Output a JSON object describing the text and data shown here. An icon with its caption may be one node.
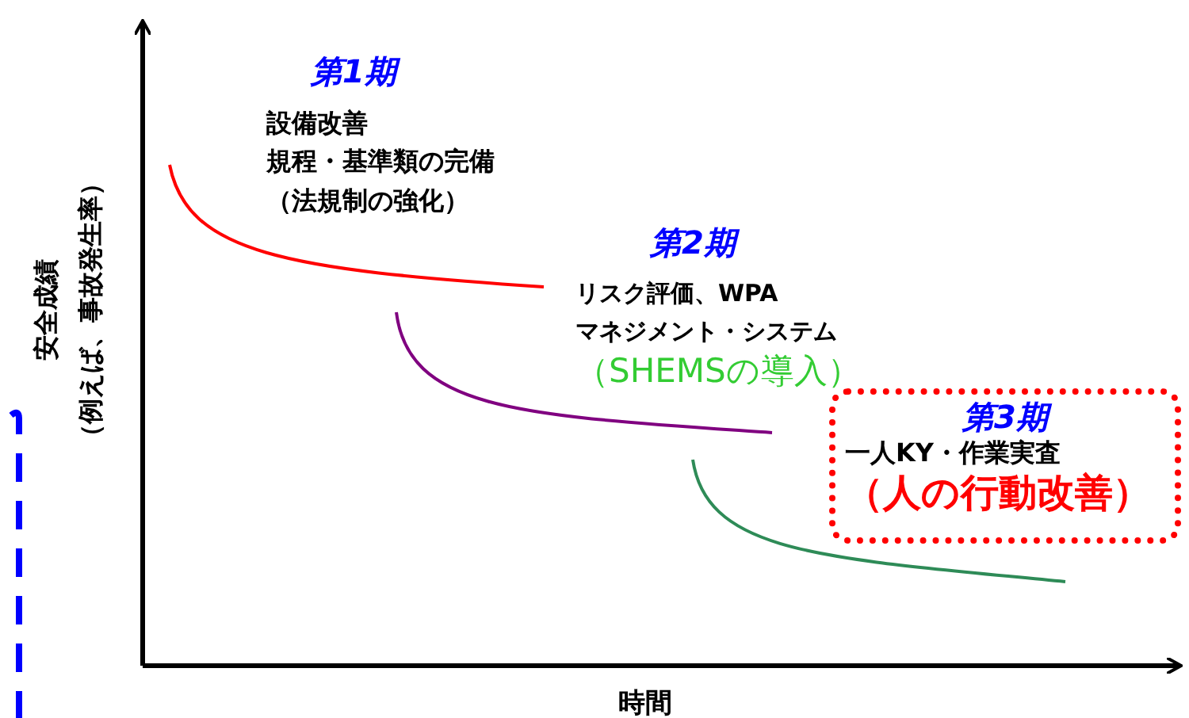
{
  "diagram": {
    "nodes": [
      {
        "text": [
          "第3期",
          "一人KY・作業実査",
          "（人の行動改善）"
        ]
      }
    ],
    "edges": [],
    "labels": [
      "第1期",
      "設備改善",
      "規程・基準類の完備",
      "（法規制の強化）",
      "第2期",
      "リスク評価、WPA",
      "マネジメント・システム",
      "（SHEMSの導入）",
      "安全成績",
      "（例えば、事故発生率）",
      "時間"
    ]
  }
}
